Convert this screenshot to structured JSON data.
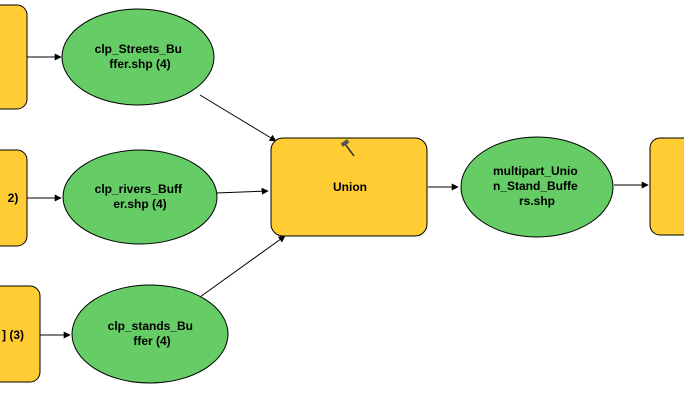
{
  "colors": {
    "process_fill": "#FFCC33",
    "process_stroke": "#000000",
    "data_fill": "#66CC66",
    "data_stroke": "#000000",
    "connector": "#000000",
    "background": "#FFFFFF"
  },
  "nodes": {
    "left_tool_top": {
      "label": "",
      "kind": "process"
    },
    "left_tool_mid": {
      "label": "2)",
      "kind": "process"
    },
    "left_tool_bot": {
      "label": "] (3)",
      "kind": "process"
    },
    "streets_buffer": {
      "lines": [
        "clp_Streets_Bu",
        "ffer.shp (4)"
      ],
      "kind": "data"
    },
    "rivers_buffer": {
      "lines": [
        "clp_rivers_Buff",
        "er.shp (4)"
      ],
      "kind": "data"
    },
    "stands_buffer": {
      "lines": [
        "clp_stands_Bu",
        "ffer (4)"
      ],
      "kind": "data"
    },
    "union_tool": {
      "label": "Union",
      "kind": "process",
      "icon": "hammer-icon"
    },
    "union_output": {
      "lines": [
        "multipart_Unio",
        "n_Stand_Buffe",
        "rs.shp"
      ],
      "kind": "data"
    },
    "right_tool": {
      "label": "",
      "kind": "process"
    }
  }
}
